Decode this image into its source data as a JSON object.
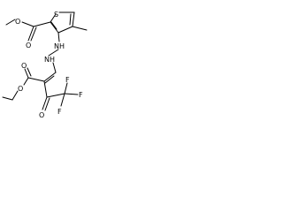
{
  "structure": {
    "atoms": {
      "ring_s": "S",
      "ester1_o_carbonyl": "O",
      "ester1_o_methoxy": "O",
      "hydrazine_nh1": "NH",
      "hydrazine_nh2": "NH",
      "ester2_o_carbonyl": "O",
      "ester2_o_ethoxy": "O",
      "ketone_o": "O",
      "f_top": "F",
      "f_left": "F",
      "f_right": "F"
    }
  },
  "colors": {
    "ink": "#000000",
    "background": "#ffffff"
  }
}
